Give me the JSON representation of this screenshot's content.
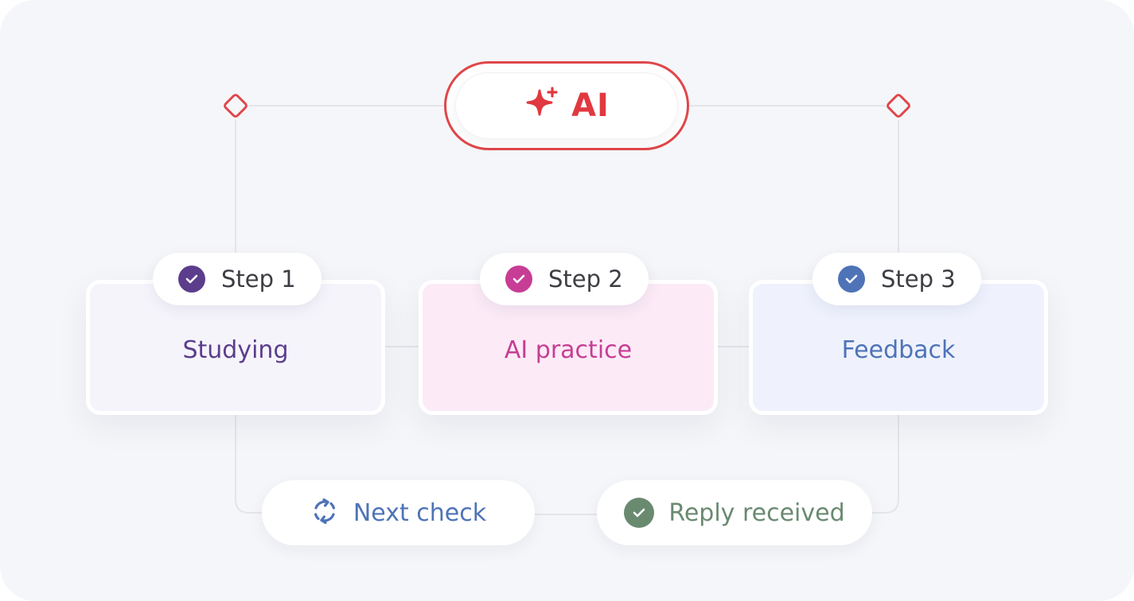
{
  "ai_node": {
    "label": "AI",
    "icon": "sparkle-icon",
    "color": "#e0393f"
  },
  "steps": [
    {
      "badge": "Step 1",
      "title": "Studying",
      "accent": "#5b3d8c",
      "card_bg": "#f6f4fb"
    },
    {
      "badge": "Step 2",
      "title": "AI practice",
      "accent": "#c73d95",
      "card_bg": "#fcebf6"
    },
    {
      "badge": "Step 3",
      "title": "Feedback",
      "accent": "#4e73b7",
      "card_bg": "#eff2fd"
    }
  ],
  "status": {
    "next_check": {
      "label": "Next check",
      "icon": "refresh-icon",
      "color": "#4e73b7"
    },
    "reply_received": {
      "label": "Reply received",
      "icon": "check-circle-icon",
      "color": "#6a8a70"
    }
  }
}
